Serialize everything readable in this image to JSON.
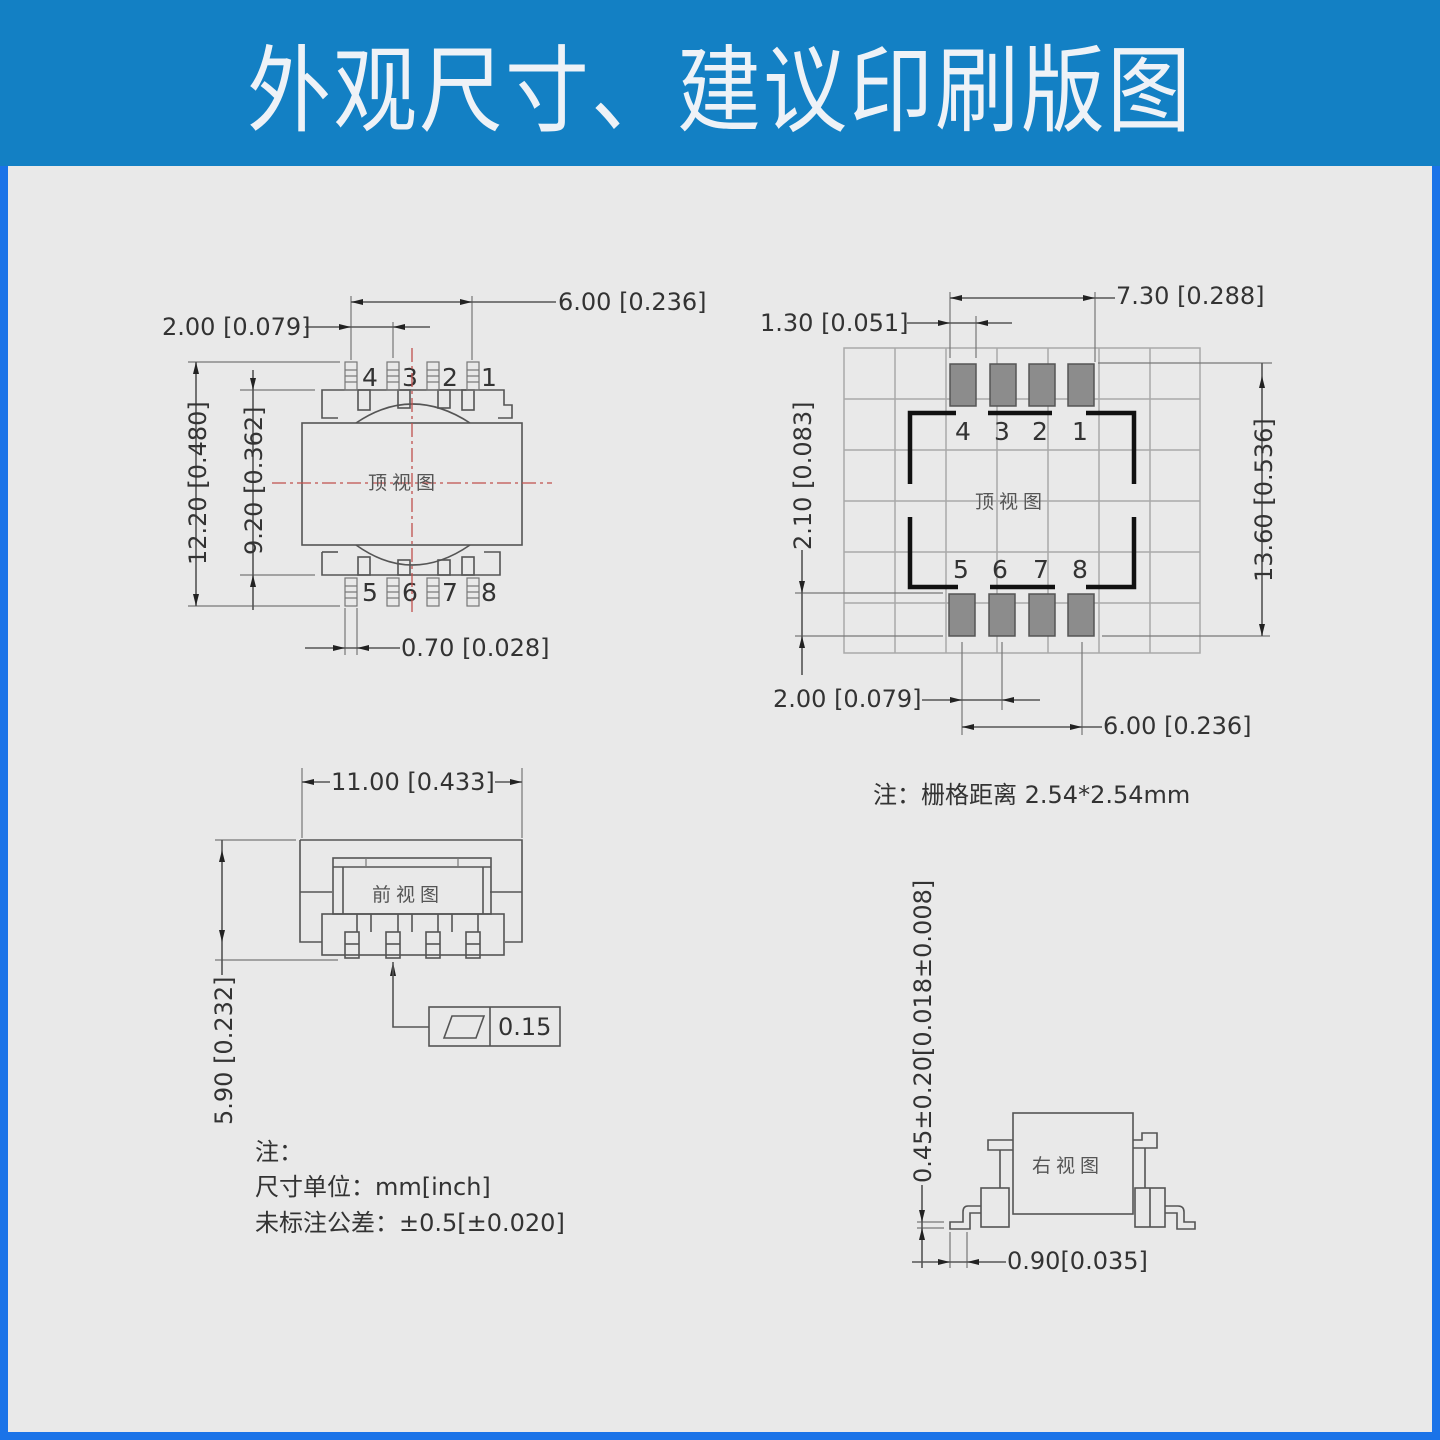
{
  "header": {
    "title": "外观尺寸、建议印刷版图"
  },
  "colors": {
    "header_bg": "#1380c4",
    "panel_bg": "#e9e9e9",
    "frame": "#1a73e8",
    "pad": "#8c8c8c",
    "centerline": "#c0504d"
  },
  "top_view": {
    "label": "顶视图",
    "dims": {
      "pitch": "2.00 [0.079]",
      "span": "6.00 [0.236]",
      "overall_height": "12.20 [0.480]",
      "body_height": "9.20 [0.362]",
      "pin_width": "0.70 [0.028]"
    },
    "pins_top": [
      "4",
      "3",
      "2",
      "1"
    ],
    "pins_bottom": [
      "5",
      "6",
      "7",
      "8"
    ]
  },
  "pcb_layout": {
    "label": "顶视图",
    "dims": {
      "pad_width": "1.30 [0.051]",
      "pad_span": "7.30 [0.288]",
      "pad_length": "2.10 [0.083]",
      "overall_height": "13.60 [0.536]",
      "pitch": "2.00 [0.079]",
      "span": "6.00 [0.236]"
    },
    "pins_top": [
      "4",
      "3",
      "2",
      "1"
    ],
    "pins_bottom": [
      "5",
      "6",
      "7",
      "8"
    ],
    "note": "注：栅格距离 2.54*2.54mm"
  },
  "front_view": {
    "label": "前视图",
    "dims": {
      "width": "11.00 [0.433]",
      "height": "5.90 [0.232]"
    },
    "flatness_tolerance": "0.15"
  },
  "right_view": {
    "label": "右视图",
    "dims": {
      "standoff": "0.45±0.20[0.018±0.008]",
      "lead_length": "0.90[0.035]"
    }
  },
  "notes": {
    "title": "注：",
    "units": "尺寸单位：mm[inch]",
    "tolerance": "未标注公差：±0.5[±0.020]"
  }
}
